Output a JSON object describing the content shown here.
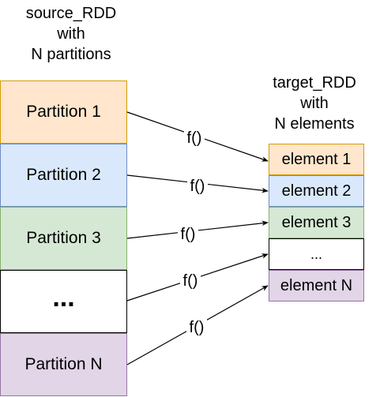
{
  "source": {
    "caption_lines": [
      "source_RDD",
      "with",
      "N partitions"
    ],
    "partitions": [
      {
        "label": "Partition 1",
        "color": "#ffe6cc"
      },
      {
        "label": "Partition 2",
        "color": "#dae8fc"
      },
      {
        "label": "Partition 3",
        "color": "#d5e8d4"
      },
      {
        "label": "...",
        "color": "#ffffff"
      },
      {
        "label": "Partition N",
        "color": "#e1d5e7"
      }
    ]
  },
  "target": {
    "caption_lines": [
      "target_RDD",
      "with",
      "N elements"
    ],
    "elements": [
      {
        "label": "element 1",
        "color": "#ffe6cc"
      },
      {
        "label": "element 2",
        "color": "#dae8fc"
      },
      {
        "label": "element 3",
        "color": "#d5e8d4"
      },
      {
        "label": "...",
        "color": "#ffffff"
      },
      {
        "label": "element N",
        "color": "#e1d5e7"
      }
    ]
  },
  "arrows": [
    {
      "label": "f()"
    },
    {
      "label": "f()"
    },
    {
      "label": "f()"
    },
    {
      "label": "f()"
    },
    {
      "label": "f()"
    }
  ]
}
